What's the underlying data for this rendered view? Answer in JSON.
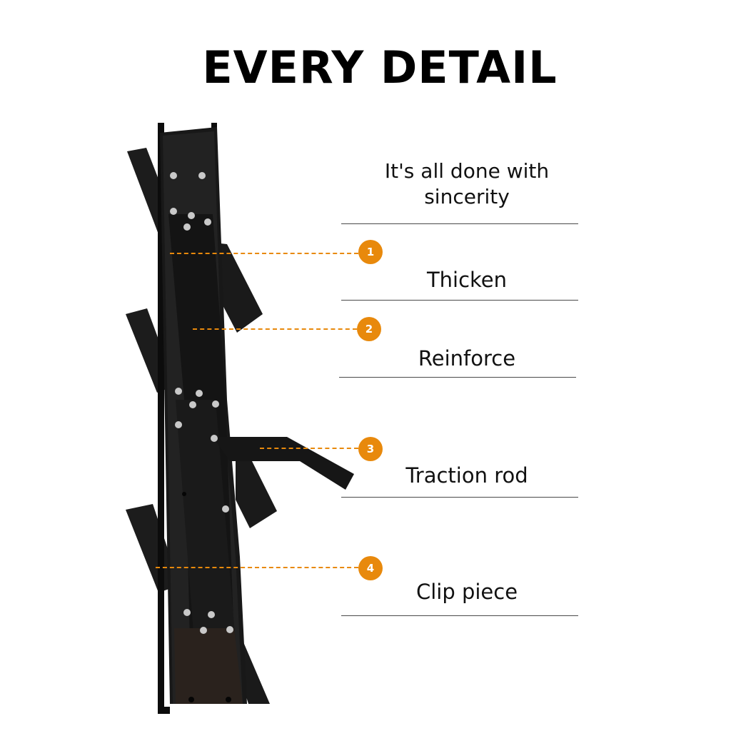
{
  "heading": "EVERY DETAIL",
  "tagline": "It's all done with sincerity",
  "features": [
    {
      "number": "1",
      "label": "Thicken"
    },
    {
      "number": "2",
      "label": "Reinforce"
    },
    {
      "number": "3",
      "label": "Traction rod"
    },
    {
      "number": "4",
      "label": "Clip piece"
    }
  ],
  "colors": {
    "accent": "#e8890c",
    "text": "#111111",
    "divider": "#4a4a4a",
    "product": "#141414"
  },
  "product_image": "black metal louver frame with angled blades, rivets and a traction rod"
}
